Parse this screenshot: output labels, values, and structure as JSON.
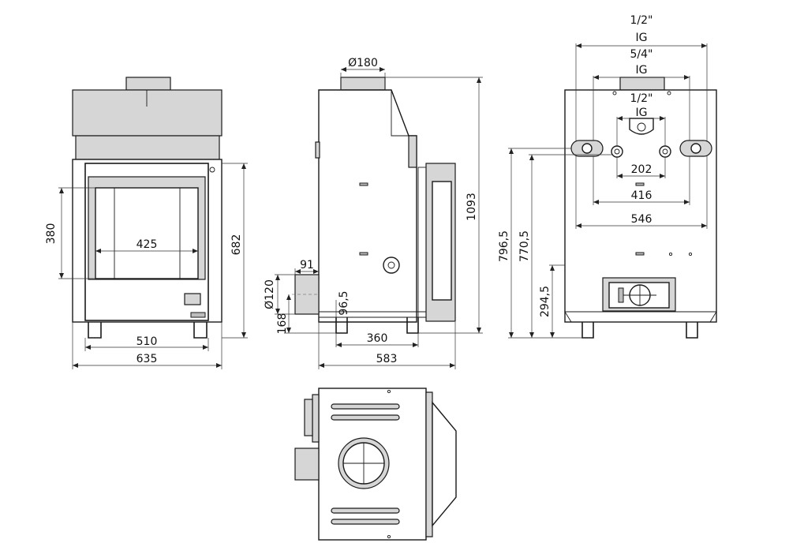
{
  "front_view": {
    "dims": {
      "height_window": "380",
      "width_window": "425",
      "height_total": "682",
      "width_door": "510",
      "width_total": "635"
    }
  },
  "side_view": {
    "dims": {
      "flue": "Ø180",
      "stub_len": "91",
      "inlet": "Ø120",
      "inlet_height": "168",
      "offset": "96,5",
      "feet": "360",
      "depth": "583",
      "height": "1093"
    }
  },
  "rear_view": {
    "dims": {
      "conn_top": "1/2\"",
      "conn_top_type": "IG",
      "conn_mid": "5/4\"",
      "conn_mid_type": "IG",
      "conn_center": "1/2\"",
      "conn_center_type": "IG",
      "spacing_inner": "202",
      "spacing_mid": "416",
      "spacing_outer": "546",
      "height_a": "796,5",
      "height_b": "770,5",
      "height_c": "294,5"
    }
  }
}
